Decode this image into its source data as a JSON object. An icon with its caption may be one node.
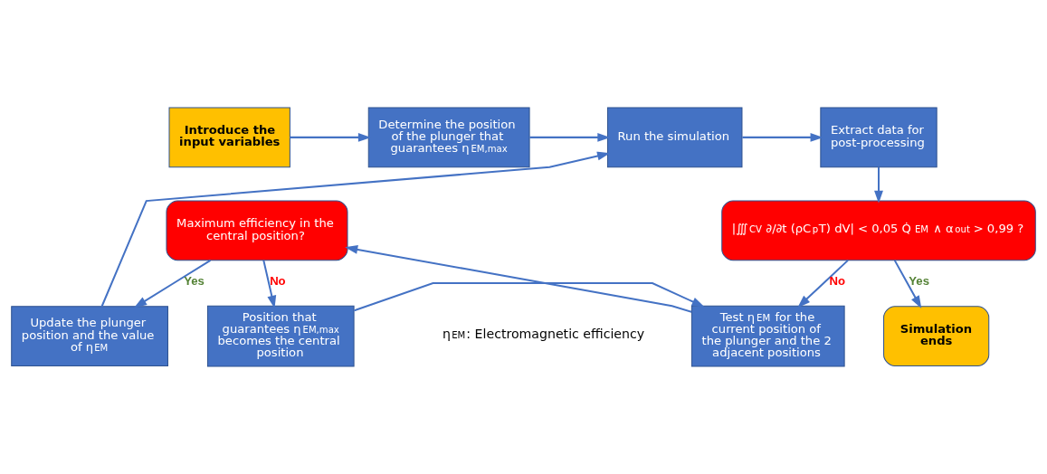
{
  "diagram": {
    "nodes": [
      {
        "text": [
          "Introduce the input variables"
        ]
      },
      {
        "text": [
          "Determine the position of the plunger that guarantees η$_{EM,max}$"
        ]
      },
      {
        "text": [
          "Run the simulation"
        ]
      },
      {
        "text": [
          "Extract data for post-processing"
        ]
      },
      {
        "text": [
          "|∭$_{CV}$ ∂/∂t (ρC$_{p}$T) dV| < 0,05 Q̇$_{EM}$ ∧ α$_{out}$ > 0,99 ?"
        ]
      },
      {
        "text": [
          "Simulation ends"
        ]
      },
      {
        "text": [
          "Maximum efficiency in the central position?"
        ]
      },
      {
        "text": [
          "Update the plunger position and the value of η$_{EM}$"
        ]
      },
      {
        "text": [
          "Test η$_{EM}$ for the current position of the plunger and the 2 adjacent positions"
        ]
      },
      {
        "text": [
          "Position that guarantees η$_{EM,max}$ becomes the central position"
        ]
      }
    ],
    "edges": [
      {
        "from": 0,
        "to": 1,
        "arrow": "to"
      },
      {
        "from": 1,
        "to": 2,
        "arrow": "to"
      },
      {
        "from": 2,
        "to": 3,
        "arrow": "to"
      },
      {
        "from": 3,
        "to": 4,
        "arrow": "to"
      },
      {
        "from": 4,
        "to": 5,
        "arrow": "to",
        "label": "Yes"
      },
      {
        "from": 4,
        "to": 8,
        "arrow": "to",
        "label": "No"
      },
      {
        "from": 8,
        "to": 6,
        "arrow": "to"
      },
      {
        "from": 6,
        "to": 7,
        "arrow": "to",
        "label": "Yes"
      },
      {
        "from": 6,
        "to": 9,
        "arrow": "to",
        "label": "No"
      },
      {
        "from": 9,
        "to": 8,
        "arrow": "to"
      },
      {
        "from": 7,
        "to": 2,
        "arrow": "to"
      }
    ],
    "labels": [
      "η$_{EM}$: Electromagnetic efficiency"
    ]
  }
}
